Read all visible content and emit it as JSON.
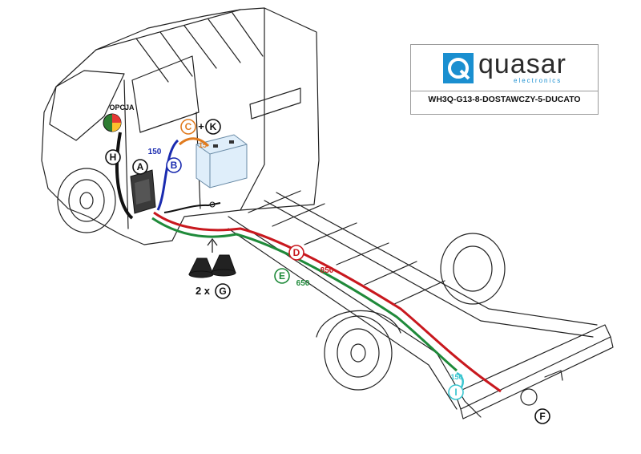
{
  "logo": {
    "brand": "quasar",
    "tagline": "electronics",
    "model_code": "WH3Q-G13-8-DOSTAWCZY-5-DUCATO",
    "mark_color": "#1a8fd0"
  },
  "labels": {
    "option": "OPCJA",
    "h": "H",
    "a": "A",
    "b": "B",
    "b_length": "150",
    "c": "C",
    "plus": "+",
    "k": "K",
    "c_length": "15",
    "d": "D",
    "d_length": "850",
    "e": "E",
    "e_length": "650",
    "grommet_count": "2 x",
    "g": "G",
    "i": "I",
    "i_length": "150",
    "f": "F"
  },
  "colors": {
    "blue_wire": "#1a2bb0",
    "orange_wire": "#e07b1f",
    "red_wire": "#c8181e",
    "green_wire": "#1f8a3a",
    "cyan_wire": "#3cc6d0",
    "black_wire": "#111111"
  }
}
